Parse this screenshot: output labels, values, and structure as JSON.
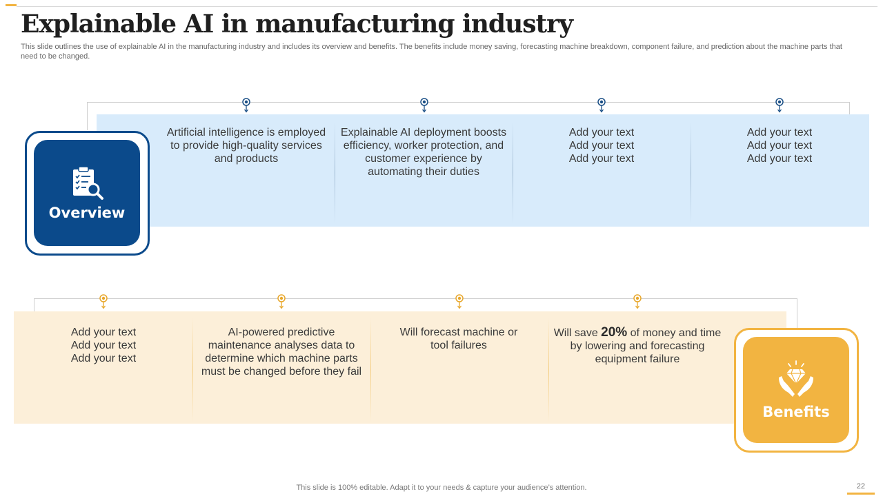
{
  "title": "Explainable AI in manufacturing industry",
  "subtitle": "This slide outlines the use of explainable AI in the manufacturing industry and includes its overview and benefits. The benefits include money saving, forecasting machine breakdown, component failure, and prediction about the machine parts that need to be changed.",
  "overview": {
    "label": "Overview",
    "icon": "clipboard-magnifier-icon",
    "color": "#0b4a8b",
    "cells": [
      "Artificial intelligence is employed to provide high-quality services and products",
      "Explainable AI deployment boosts efficiency, worker protection, and customer experience by automating their duties",
      "Add your text Add your text Add your text",
      "Add your text Add your text Add your text"
    ]
  },
  "benefits": {
    "label": "Benefits",
    "icon": "hands-diamond-icon",
    "color": "#f2b441",
    "cells": [
      "Add your text Add your text Add your text",
      "AI-powered predictive maintenance analyses data to determine which machine parts must be changed before they fail",
      "Will forecast machine or tool failures"
    ],
    "savings": {
      "prefix": "Will save",
      "value": "20%",
      "suffix": "of money and time by lowering and forecasting equipment failure"
    }
  },
  "footer": {
    "note": "This slide is 100% editable. Adapt it to your needs & capture your audience’s attention.",
    "page": "22"
  }
}
